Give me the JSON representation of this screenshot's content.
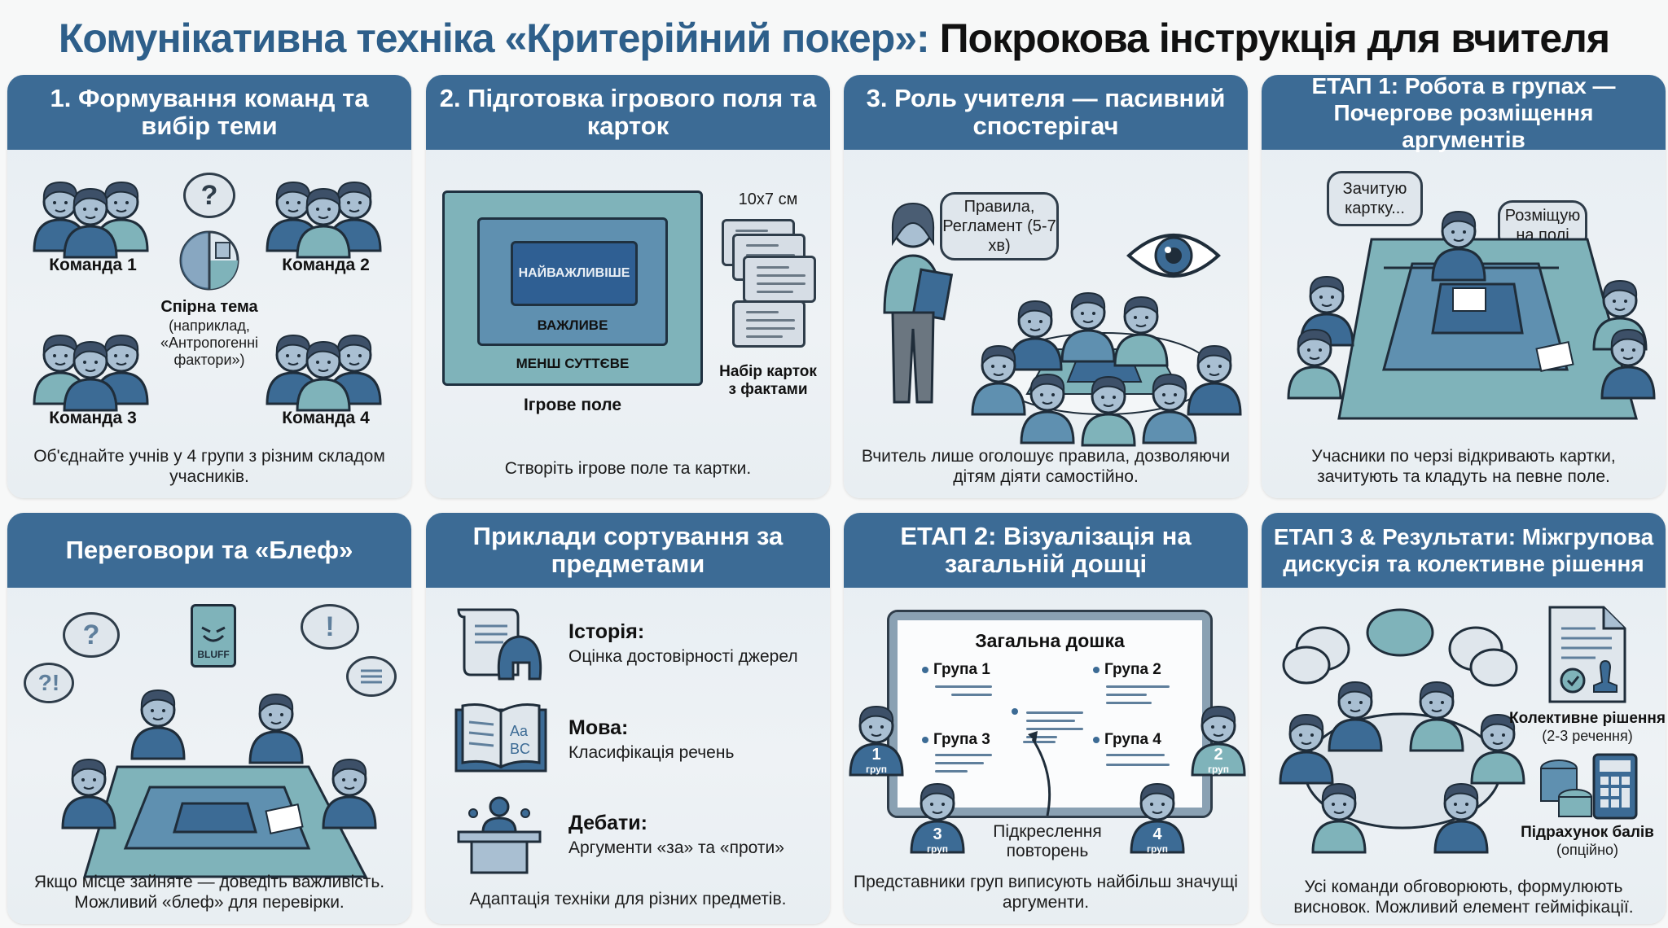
{
  "title": {
    "part1": "Комунікативна техніка «Критерійний покер»:",
    "part2": "Покрокова інструкція для вчителя"
  },
  "colors": {
    "accent": "#3c6b95",
    "title_blue": "#2e5f8a",
    "card_bg": "#e9eff3",
    "teal": "#7fb3ba"
  },
  "cards": [
    {
      "header": "1. Формування команд та вибір теми",
      "teams": [
        "Команда 1",
        "Команда 2",
        "Команда 3",
        "Команда 4"
      ],
      "topic_title": "Спірна тема",
      "topic_desc": "(наприклад, «Антропогенні фактори»)",
      "question_mark": "?",
      "caption": "Об'єднайте учнів у 4 групи з різним складом учасників."
    },
    {
      "header": "2. Підготовка ігрового поля та карток",
      "zones": [
        "НАЙВАЖЛИВІШЕ",
        "ВАЖЛИВЕ",
        "МЕНШ СУТТЄВЕ"
      ],
      "field_label": "Ігрове поле",
      "card_size": "10x7 см",
      "cards_label": "Набір карток з фактами",
      "caption": "Створіть ігрове поле та картки."
    },
    {
      "header": "3. Роль учителя — пасивний спостерігач",
      "speech": "Правила, Регламент (5-7 хв)",
      "caption": "Вчитель лише оголошує правила, дозволяючи дітям діяти самостійно."
    },
    {
      "header": "ЕТАП 1: Робота в групах — Почергове розміщення аргументів",
      "speech_left": "Зачитую картку...",
      "speech_right": "Розміщую на полі",
      "caption": "Учасники по черзі відкривають картки, зачитують та кладуть на певне поле."
    },
    {
      "header": "Переговори та «Блеф»",
      "bluff_card": "BLUFF",
      "bubbles": [
        "?",
        "?!",
        "!"
      ],
      "caption": "Якщо місце зайняте — доведіть важливість. Можливий «блеф» для перевірки."
    },
    {
      "header": "Приклади сортування за предметами",
      "subjects": [
        {
          "title": "Історія:",
          "desc": "Оцінка достовірності джерел",
          "icon": "scroll-helmet-icon"
        },
        {
          "title": "Мова:",
          "desc": "Класифікація речень",
          "icon": "open-book-icon",
          "glyph1": "Aa",
          "glyph2": "BC"
        },
        {
          "title": "Дебати:",
          "desc": "Аргументи «за» та «проти»",
          "icon": "podium-icon"
        }
      ],
      "caption": "Адаптація техніки для різних предметів."
    },
    {
      "header": "ЕТАП 2: Візуалізація на загальній дошці",
      "board_title": "Загальна дошка",
      "groups": [
        "Група 1",
        "Група 2",
        "Група 3",
        "Група 4"
      ],
      "reps": [
        {
          "num": "1",
          "label": "груп"
        },
        {
          "num": "2",
          "label": "груп"
        },
        {
          "num": "3",
          "label": "груп"
        },
        {
          "num": "4",
          "label": "груп"
        }
      ],
      "annotation": "Підкреслення повторень",
      "caption": "Представники груп виписують найбільш значущі аргументи."
    },
    {
      "header": "ЕТАП 3 & Результати: Міжгрупова дискусія та колективне рішення",
      "decision_title": "Колективне рішення",
      "decision_desc": "(2-3 речення)",
      "score_title": "Підрахунок балів",
      "score_desc": "(опційно)",
      "caption": "Усі команди обговорюють, формулюють висновок. Можливий елемент гейміфікації."
    }
  ]
}
